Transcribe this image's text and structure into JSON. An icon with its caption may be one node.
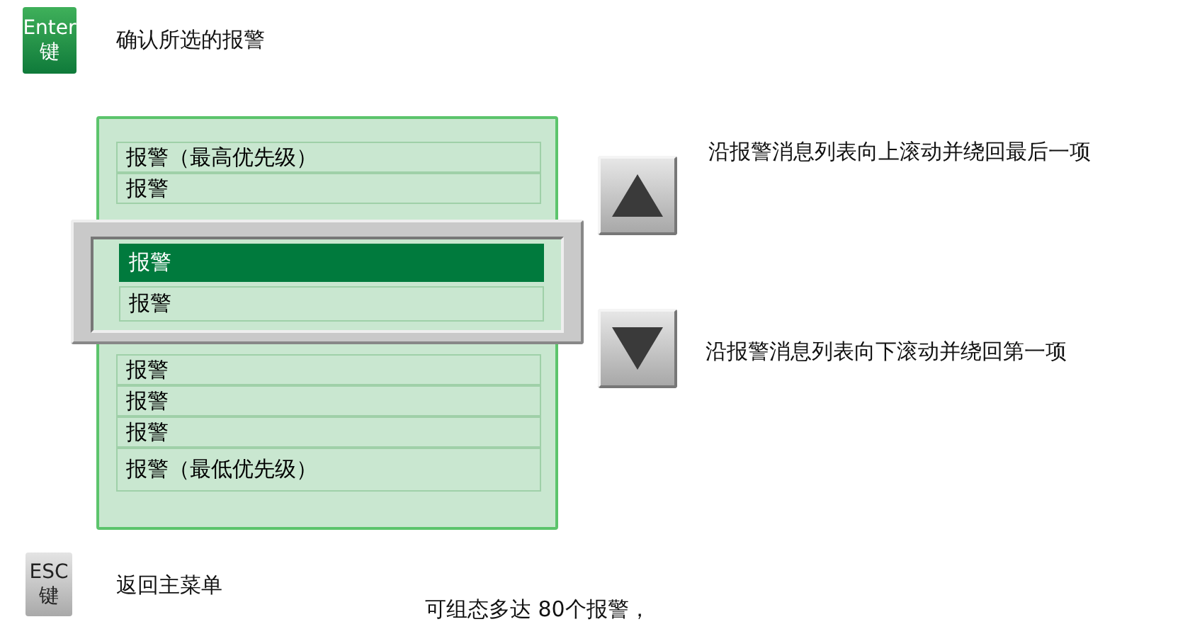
{
  "diagram": {
    "nodes": [
      {
        "text": [
          "Enter",
          "键"
        ],
        "beside": [
          "确认所选的报警"
        ]
      },
      {
        "text": [],
        "shape": "box"
      },
      {
        "text": [
          "报警（最高优先级）"
        ],
        "in": 1
      },
      {
        "text": [
          "报警"
        ],
        "in": 1
      },
      {
        "text": [],
        "shape": "box"
      },
      {
        "text": [
          "报警"
        ],
        "in": 4
      },
      {
        "text": [
          "报警"
        ],
        "in": 4
      },
      {
        "text": [
          "报警"
        ],
        "in": 1
      },
      {
        "text": [
          "报警"
        ],
        "in": 1
      },
      {
        "text": [
          "报警"
        ],
        "in": 1
      },
      {
        "text": [
          "报警（最低优先级）"
        ],
        "in": 1
      },
      {
        "text": [],
        "shape": "box",
        "beside": [
          "沿报警消息列表向上滚动并绕回最后一项"
        ]
      },
      {
        "text": [],
        "shape": "box",
        "beside": [
          "沿报警消息列表向下滚动并绕回第一项"
        ]
      },
      {
        "text": [
          "ESC",
          "键"
        ],
        "beside": [
          "返回主菜单"
        ]
      }
    ],
    "labels": [
      "可组态多达 80个报警，"
    ]
  }
}
